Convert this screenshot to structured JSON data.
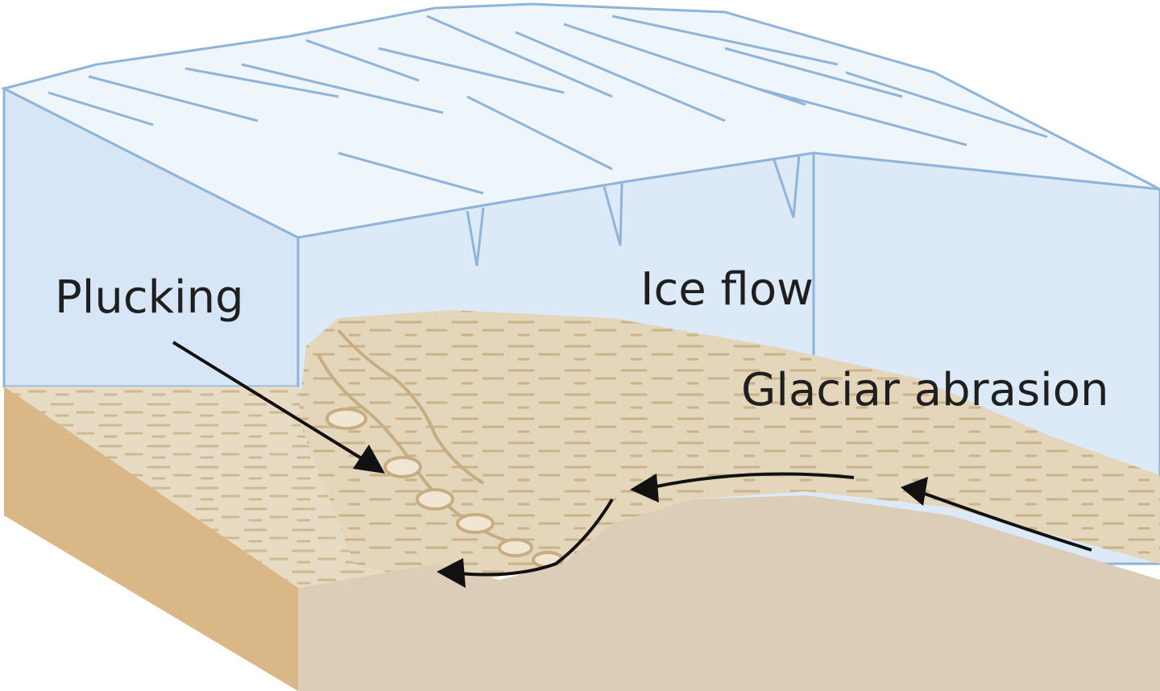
{
  "labels": {
    "plucking": "Plucking",
    "ice_flow": "Ice flow",
    "glacial_abrasion": "Glaciar abrasion"
  },
  "colors": {
    "ice_top": "#eef5fb",
    "ice_side": "#d6e6f6",
    "ice_outline": "#8fb4d9",
    "bedrock_top": "#e8dcc3",
    "bedrock_side": "#d9b787",
    "bedrock_front": "#dccdb8",
    "arrow": "#111111"
  }
}
